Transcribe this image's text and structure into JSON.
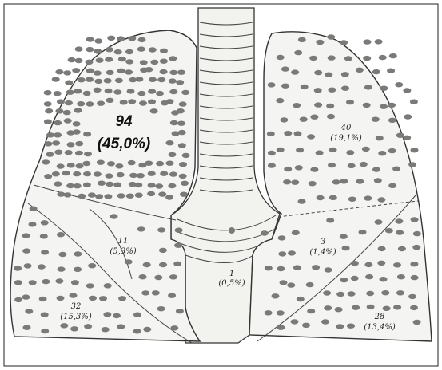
{
  "diagram": {
    "regions": [
      {
        "id": "right-upper",
        "count": "94",
        "percent": "(45,0%)"
      },
      {
        "id": "right-middle",
        "count": "11",
        "percent": "(5,3%)"
      },
      {
        "id": "right-lower",
        "count": "32",
        "percent": "(15,3%)"
      },
      {
        "id": "trachea",
        "count": "1",
        "percent": "(0,5%)"
      },
      {
        "id": "left-upper",
        "count": "40",
        "percent": "(19,1%)"
      },
      {
        "id": "lingula",
        "count": "3",
        "percent": "(1,4%)"
      },
      {
        "id": "left-lower",
        "count": "28",
        "percent": "(13,4%)"
      }
    ]
  }
}
